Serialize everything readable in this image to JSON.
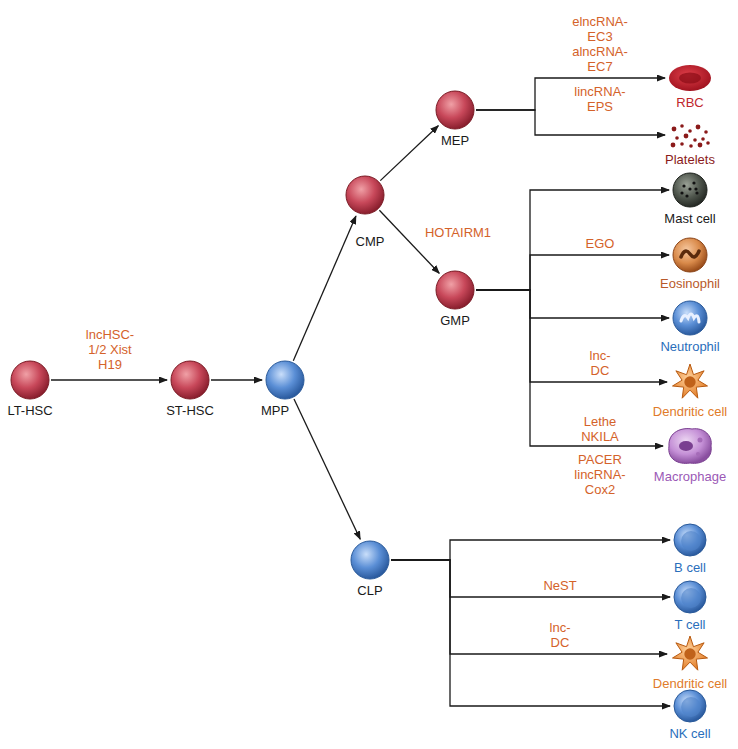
{
  "diagram": {
    "nodes": [
      {
        "text": [
          "LT-HSC"
        ]
      },
      {
        "text": [
          "ST-HSC"
        ]
      },
      {
        "text": [
          "MPP"
        ]
      },
      {
        "text": [
          "CMP"
        ]
      },
      {
        "text": [
          "MEP"
        ]
      },
      {
        "text": [
          "GMP"
        ]
      },
      {
        "text": [
          "CLP"
        ]
      },
      {
        "text": [
          "RBC"
        ]
      },
      {
        "text": [
          "Platelets"
        ]
      },
      {
        "text": [
          "Mast cell"
        ]
      },
      {
        "text": [
          "Eosinophil"
        ]
      },
      {
        "text": [
          "Neutrophil"
        ]
      },
      {
        "text": [
          "Dendritic cell"
        ]
      },
      {
        "text": [
          "Macrophage"
        ]
      },
      {
        "text": [
          "B cell"
        ]
      },
      {
        "text": [
          "T cell"
        ]
      },
      {
        "text": [
          "Dendritic cell"
        ]
      },
      {
        "text": [
          "NK cell"
        ]
      }
    ],
    "edges": [
      {
        "from": 0,
        "to": 1,
        "arrow": "to",
        "label": "lncHSC-1/2 Xist H19"
      },
      {
        "from": 1,
        "to": 2,
        "arrow": "to"
      },
      {
        "from": 2,
        "to": 3,
        "arrow": "to"
      },
      {
        "from": 2,
        "to": 6,
        "arrow": "to"
      },
      {
        "from": 3,
        "to": 4,
        "arrow": "to"
      },
      {
        "from": 3,
        "to": 5,
        "arrow": "to",
        "label": "HOTAIRM1"
      },
      {
        "from": 4,
        "to": 7,
        "arrow": "to",
        "label": "elncRNA-EC3 alncRNA-EC7"
      },
      {
        "from": 4,
        "to": 8,
        "arrow": "to"
      },
      {
        "from": 5,
        "to": 9,
        "arrow": "to"
      },
      {
        "from": 5,
        "to": 10,
        "arrow": "to",
        "label": "EGO"
      },
      {
        "from": 5,
        "to": 11,
        "arrow": "to"
      },
      {
        "from": 5,
        "to": 12,
        "arrow": "to",
        "label": "lnc-DC"
      },
      {
        "from": 5,
        "to": 13,
        "arrow": "to",
        "label": "Lethe NKILA"
      },
      {
        "from": 6,
        "to": 14,
        "arrow": "to"
      },
      {
        "from": 6,
        "to": 15,
        "arrow": "to",
        "label": "NeST"
      },
      {
        "from": 6,
        "to": 16,
        "arrow": "to",
        "label": "lnc-DC"
      },
      {
        "from": 6,
        "to": 17,
        "arrow": "to"
      }
    ],
    "labels": [
      "lincRNA-EPS",
      "PACER lincRNA-Cox2"
    ]
  }
}
